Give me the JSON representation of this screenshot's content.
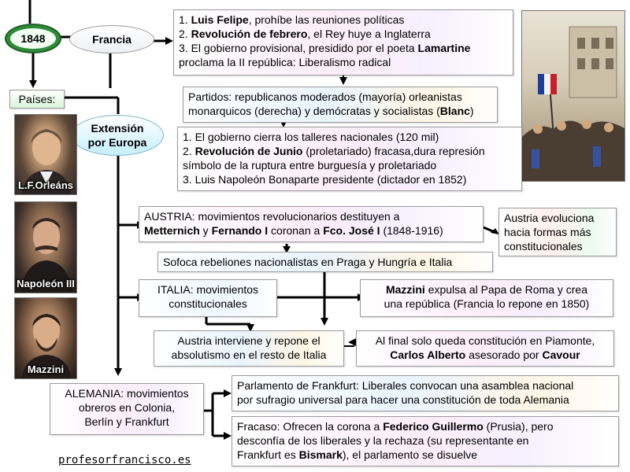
{
  "nodes": {
    "year": "1848",
    "francia": "Francia",
    "paises": "Países:",
    "extension": [
      "Extensión",
      "por Europa"
    ]
  },
  "portraits": {
    "orleans": "L.F.Orleáns",
    "napoleon": "Napoleón III",
    "mazzini": "Mazzini"
  },
  "francia_box": {
    "l1_pre": "1. ",
    "l1_bold": "Luis Felipe",
    "l1_post": ", prohíbe las reuniones políticas",
    "l2_pre": "2. ",
    "l2_bold": "Revolución de febrero",
    "l2_post": ", el Rey huye a Inglaterra",
    "l3_pre": "3. El gobierno provisional, presidido por el poeta ",
    "l3_bold": "Lamartine",
    "l4": "proclama la II república: Liberalismo radical"
  },
  "partidos_box": {
    "l1": "Partidos: republicanos moderados (mayoría) orleanistas",
    "l2_pre": "monarquicos (derecha) y demócratas y socialistas (",
    "l2_bold": "Blanc",
    "l2_post": ")"
  },
  "gobierno_box": {
    "l1": "1. El gobierno cierra los talleres nacionales (120 mil)",
    "l2_pre": "2. ",
    "l2_bold": "Revolución de Junio",
    "l2_post": " (proletariado) fracasa,dura represión",
    "l3": "símbolo de la ruptura entre burguesía y proletariado",
    "l4": "3. Luis Napoleón Bonaparte presidente (dictador en 1852)"
  },
  "austria_box": {
    "l1": "AUSTRIA: movimientos revolucionarios destituyen a",
    "l2_b1": "Metternich",
    "l2_m1": " y ",
    "l2_b2": "Fernando I",
    "l2_m2": " coronan a ",
    "l2_b3": "Fco. José I",
    "l2_post": " (1848-1916)"
  },
  "austria_evol": [
    "Austria evoluciona",
    "hacia formas más",
    "constitucionales"
  ],
  "sofoca": "Sofoca rebeliones nacionalistas en Praga y Hungría e Italia",
  "italia_box": [
    "ITALIA: movimientos",
    "constitucionales"
  ],
  "mazzini_box": {
    "l1_bold": "Mazzini",
    "l1_post": " expulsa al Papa de Roma y crea",
    "l2": "una república (Francia lo repone en 1850)"
  },
  "austria_interviene": [
    "Austria interviene y repone el",
    "absolutismo en el resto de Italia"
  ],
  "piamonte_box": {
    "l1": "Al final solo queda constitución en Piamonte,",
    "l2_bold1": "Carlos Alberto",
    "l2_mid": " asesorado por ",
    "l2_bold2": "Cavour"
  },
  "alemania_box": [
    "ALEMANIA: movimientos",
    "obreros en Colonia,",
    "Berlín y Frankfurt"
  ],
  "frankfurt_box": [
    "Parlamento de Frankfurt: Liberales convocan una asamblea nacional",
    "por sufragio universal para hacer una constitución de toda Alemania"
  ],
  "fracaso_box": {
    "l1_pre": "Fracaso: Ofrecen la corona a ",
    "l1_bold": "Federico Guillermo",
    "l1_post": " (Prusia), pero",
    "l2": "desconfía de los liberales y la rechaza (su representante en",
    "l3_pre": "Frankfurt es ",
    "l3_bold": "Bismark",
    "l3_post": "), el parlamento se disuelve"
  },
  "footer": "profesorfrancisco.es",
  "colors": {
    "year_oval": "#2e8b3a",
    "extension_oval": "#d6f4ff",
    "paises_box": "#e4f7e4"
  }
}
